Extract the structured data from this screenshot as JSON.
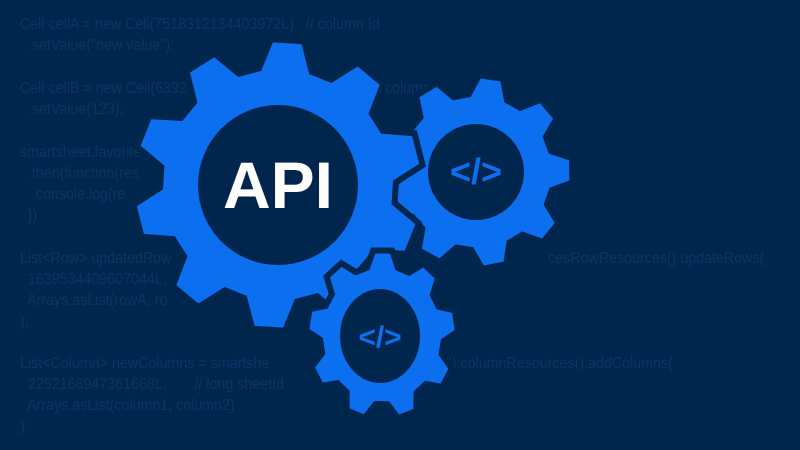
{
  "colors": {
    "background": "#01264e",
    "code_text": "#0c3566",
    "gear": "#0b6ff0",
    "gear_hole": "#01264e",
    "label": "#ffffff"
  },
  "code_fragments": [
    {
      "text": "Cell cellA = new Cell(7518312134403972L)   // column Id"
    },
    {
      "text": "  .setValue(\"new value\");"
    },
    {
      "text": "Cell cellB = new Cell(6392"
    },
    {
      "text": "column"
    },
    {
      "text": "  .setValue(123);"
    },
    {
      "text": "smartsheet.favorite"
    },
    {
      "text": "  .then(function(res"
    },
    {
      "text": "    console.log(re"
    },
    {
      "text": "  })"
    },
    {
      "text": "List<Row> updatedRow"
    },
    {
      "text": "cesRowResources().updateRows("
    },
    {
      "text": "  1639534409607044L,"
    },
    {
      "text": "  Arrays.asList(rowA, ro"
    },
    {
      "text": ");"
    },
    {
      "text": "List<Column> newColumns = smartshe"
    },
    {
      "text": "().columnResources().addColumns("
    },
    {
      "text": "  2252168947361668L,       // long sheetId"
    },
    {
      "text": "  Arrays.asList(column1, column2)"
    },
    {
      "text": ");"
    }
  ],
  "gears": {
    "large": {
      "label": "API",
      "icon": "gear-icon"
    },
    "medium": {
      "label": "</>",
      "icon": "code-icon"
    },
    "small": {
      "label": "</>",
      "icon": "code-icon"
    }
  }
}
